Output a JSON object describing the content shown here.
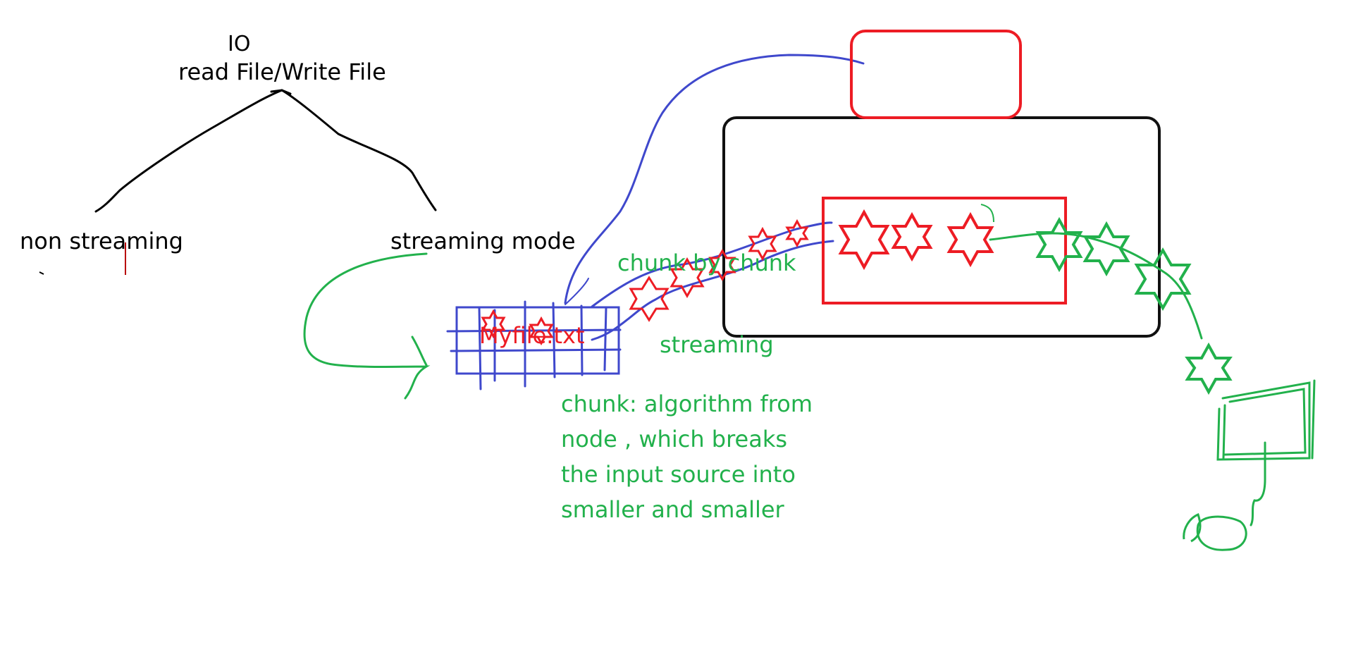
{
  "colors": {
    "ink_black": "#000000",
    "ink_blue": "#3f48cc",
    "ink_red": "#ed1c24",
    "ink_green": "#22b14c",
    "background": "#ffffff"
  },
  "texts": {
    "io_title": "IO",
    "io_subtitle": "read File/Write File",
    "non_streaming": "non streaming",
    "streaming_mode": "streaming mode",
    "file_name": "Myfile.txt",
    "chunk_by_chunk": "chunk by chunk",
    "streaming": "streaming",
    "chunk_note": [
      "chunk: algorithm from",
      "node , which breaks",
      "the input source into",
      "smaller and smaller"
    ]
  },
  "icons": {
    "red_stars": "six-pointed-star-icon",
    "green_stars": "six-pointed-star-icon",
    "file_grid": "file-grid-icon",
    "computer": "monitor-icon",
    "mouse": "mouse-icon"
  }
}
